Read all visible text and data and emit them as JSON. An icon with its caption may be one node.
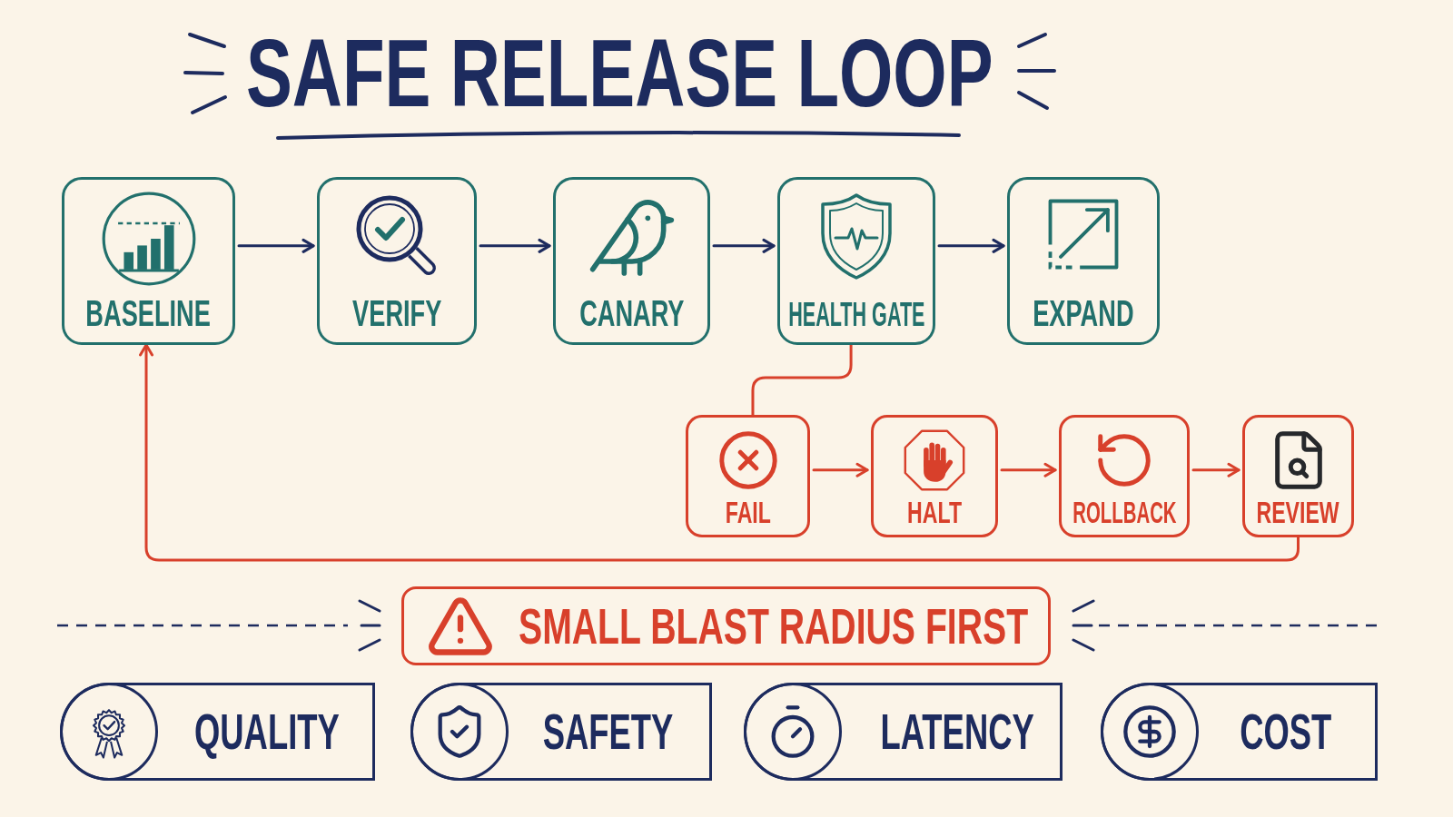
{
  "diagram": {
    "title": "SAFE RELEASE LOOP",
    "nodes": [
      {
        "text": [
          "BASELINE"
        ]
      },
      {
        "text": [
          "VERIFY"
        ]
      },
      {
        "text": [
          "CANARY"
        ]
      },
      {
        "text": [
          "HEALTH GATE"
        ]
      },
      {
        "text": [
          "EXPAND"
        ]
      },
      {
        "text": [
          "FAIL"
        ]
      },
      {
        "text": [
          "HALT"
        ]
      },
      {
        "text": [
          "ROLLBACK"
        ]
      },
      {
        "text": [
          "REVIEW"
        ]
      },
      {
        "text": [
          "SMALL BLAST RADIUS FIRST"
        ]
      },
      {
        "text": [
          "QUALITY"
        ]
      },
      {
        "text": [
          "SAFETY"
        ]
      },
      {
        "text": [
          "LATENCY"
        ]
      },
      {
        "text": [
          "COST"
        ]
      }
    ],
    "edges": [
      {
        "from": 0,
        "to": 1,
        "arrow": "to",
        "color": "#1d2b5e"
      },
      {
        "from": 1,
        "to": 2,
        "arrow": "to",
        "color": "#1d2b5e"
      },
      {
        "from": 2,
        "to": 3,
        "arrow": "to",
        "color": "#1d2b5e"
      },
      {
        "from": 3,
        "to": 4,
        "arrow": "to",
        "color": "#1d2b5e"
      },
      {
        "from": 3,
        "to": 5,
        "arrow": "none"
      },
      {
        "from": 5,
        "to": 6,
        "arrow": "to"
      },
      {
        "from": 6,
        "to": 7,
        "arrow": "to"
      },
      {
        "from": 7,
        "to": 8,
        "arrow": "to"
      },
      {
        "from": 8,
        "to": 0,
        "arrow": "to"
      }
    ]
  }
}
